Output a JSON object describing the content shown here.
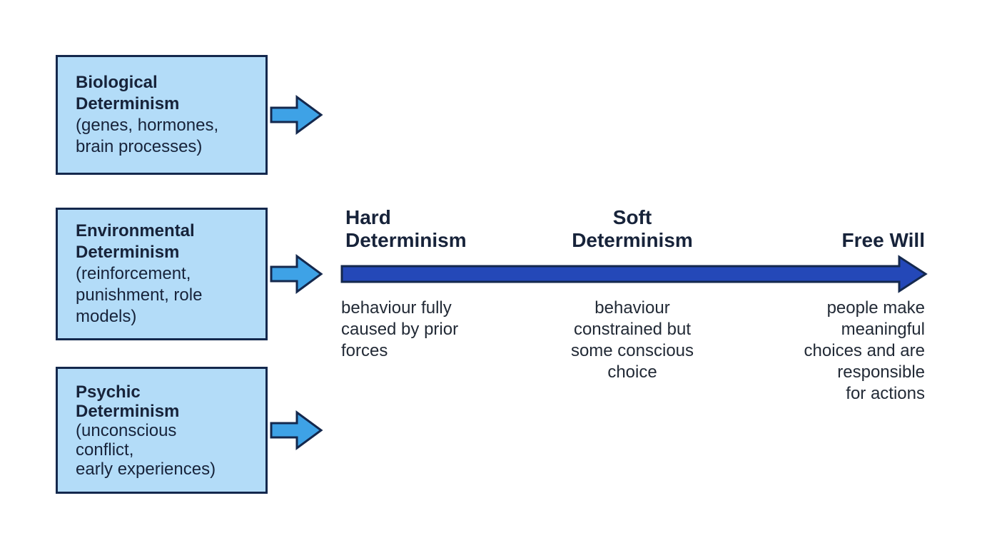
{
  "colors": {
    "box_fill": "#b3dcf8",
    "box_border": "#14284d",
    "small_arrow_fill": "#3ea2e6",
    "spectrum_arrow_fill": "#2448b8",
    "outline": "#14284d"
  },
  "determinants": [
    {
      "title": "Biological\nDeterminism",
      "detail": "(genes, hormones,\nbrain processes)"
    },
    {
      "title": "Environmental\nDeterminism",
      "detail": "(reinforcement,\npunishment, role\nmodels)"
    },
    {
      "title": "Psychic\nDeterminism",
      "detail": "(unconscious\nconflict,\nearly experiences)"
    }
  ],
  "spectrum": {
    "points": [
      {
        "label": "Hard\nDeterminism",
        "description": "behaviour fully\ncaused by prior\nforces"
      },
      {
        "label": "Soft\nDeterminism",
        "description": "behaviour\nconstrained but\nsome conscious\nchoice"
      },
      {
        "label": "Free Will",
        "description": "people make\nmeaningful\nchoices and are\nresponsible\nfor actions"
      }
    ]
  }
}
